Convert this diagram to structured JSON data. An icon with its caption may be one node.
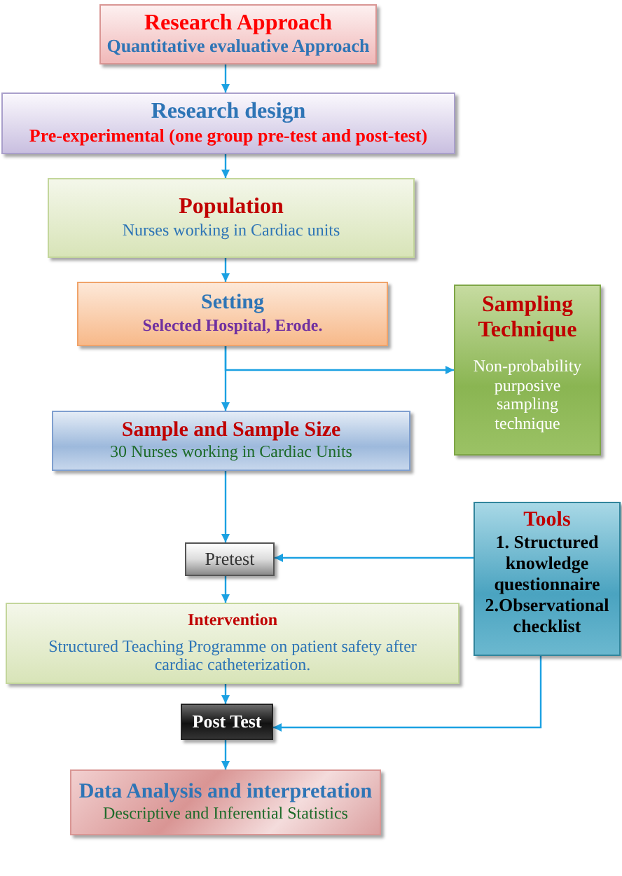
{
  "diagram": {
    "nodes": [
      {
        "text": [
          "Research Approach",
          "Quantitative evaluative Approach"
        ]
      },
      {
        "text": [
          "Research design",
          "Pre-experimental (one group pre-test and post-test)"
        ]
      },
      {
        "text": [
          "Population",
          "Nurses working in Cardiac units"
        ]
      },
      {
        "text": [
          "Setting",
          "Selected Hospital, Erode."
        ]
      },
      {
        "text": [
          "Sampling Technique",
          "Non-probability purposive sampling technique"
        ]
      },
      {
        "text": [
          "Sample and Sample Size",
          "30 Nurses working in Cardiac Units"
        ]
      },
      {
        "text": [
          "Pretest"
        ]
      },
      {
        "text": [
          "Tools",
          "1. Structured knowledge questionnaire",
          "2.Observational checklist"
        ]
      },
      {
        "text": [
          "Intervention",
          "Structured Teaching Programme on patient safety after cardiac catheterization."
        ]
      },
      {
        "text": [
          "Post Test"
        ]
      },
      {
        "text": [
          "Data Analysis and interpretation",
          "Descriptive and Inferential Statistics"
        ]
      }
    ],
    "edges": [
      {
        "from": 0,
        "to": 1,
        "arrow": "to"
      },
      {
        "from": 1,
        "to": 2,
        "arrow": "to"
      },
      {
        "from": 2,
        "to": 3,
        "arrow": "to"
      },
      {
        "from": 3,
        "to": 4,
        "arrow": "to"
      },
      {
        "from": 3,
        "to": 5,
        "arrow": "to"
      },
      {
        "from": 5,
        "to": 6,
        "arrow": "to"
      },
      {
        "from": 7,
        "to": 6,
        "arrow": "to"
      },
      {
        "from": 6,
        "to": 8,
        "arrow": "to"
      },
      {
        "from": 8,
        "to": 9,
        "arrow": "to"
      },
      {
        "from": 7,
        "to": 9,
        "arrow": "to"
      },
      {
        "from": 9,
        "to": 10,
        "arrow": "to"
      }
    ]
  }
}
